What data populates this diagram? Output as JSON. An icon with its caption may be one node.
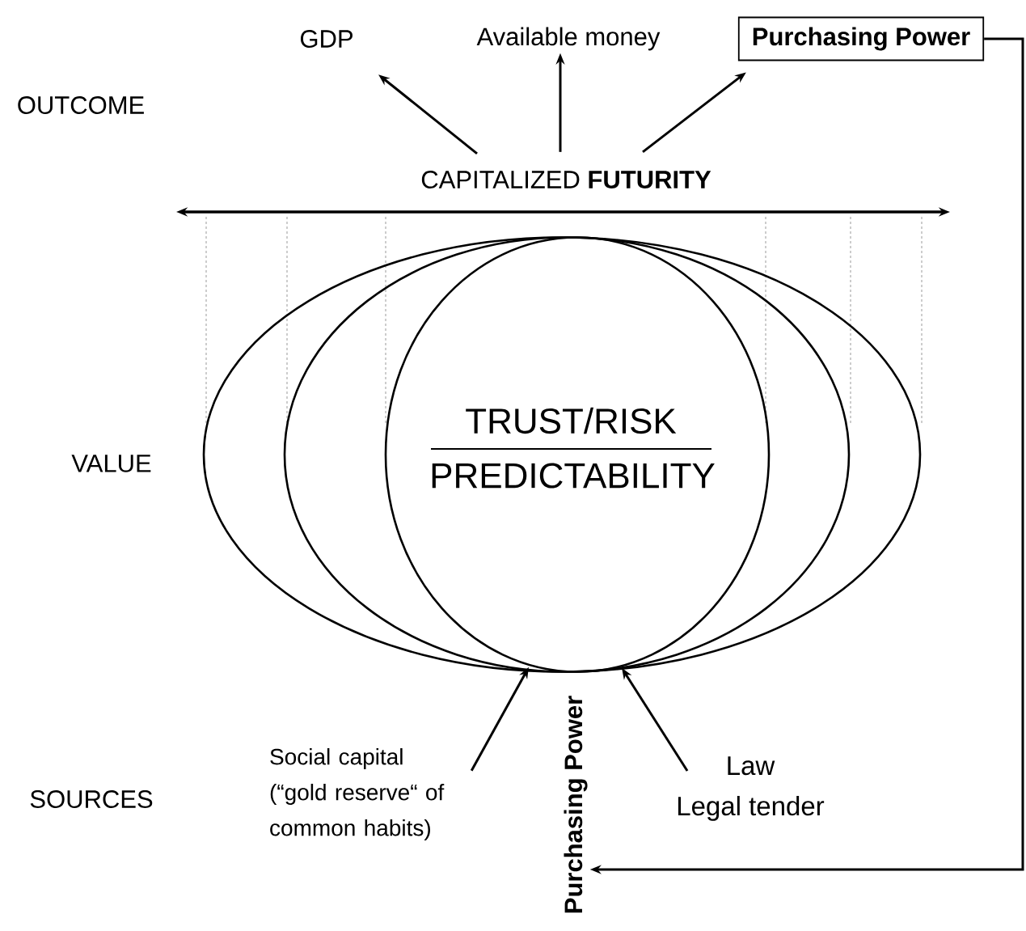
{
  "diagram": {
    "nodes": [
      {
        "text": [
          "GDP"
        ]
      },
      {
        "text": [
          "Available money"
        ]
      },
      {
        "text": [
          "Purchasing Power"
        ]
      },
      {
        "text": [
          "CAPITALIZED **FUTURITY**"
        ]
      },
      {
        "text": [],
        "shape": "ellipse"
      },
      {
        "text": [],
        "shape": "ellipse",
        "in": 4
      },
      {
        "text": [
          "TRUST/RISK",
          "PREDICTABILITY"
        ],
        "in": 5
      },
      {
        "text": [
          "Social capital (“gold reserve“ of common habits)"
        ]
      },
      {
        "text": [
          "Law",
          "Legal tender"
        ]
      },
      {
        "text": [
          "Purchasing Power"
        ]
      }
    ],
    "edges": [
      {
        "from": 3,
        "to": 0,
        "arrow": "to"
      },
      {
        "from": 3,
        "to": 1,
        "arrow": "to"
      },
      {
        "from": 3,
        "to": 2,
        "arrow": "to"
      },
      {
        "from": 7,
        "to": 6,
        "arrow": "to"
      },
      {
        "from": 8,
        "to": 6,
        "arrow": "to"
      },
      {
        "from": 2,
        "to": 9,
        "arrow": "to"
      }
    ],
    "labels": [
      "OUTCOME",
      "VALUE",
      "SOURCES"
    ]
  }
}
